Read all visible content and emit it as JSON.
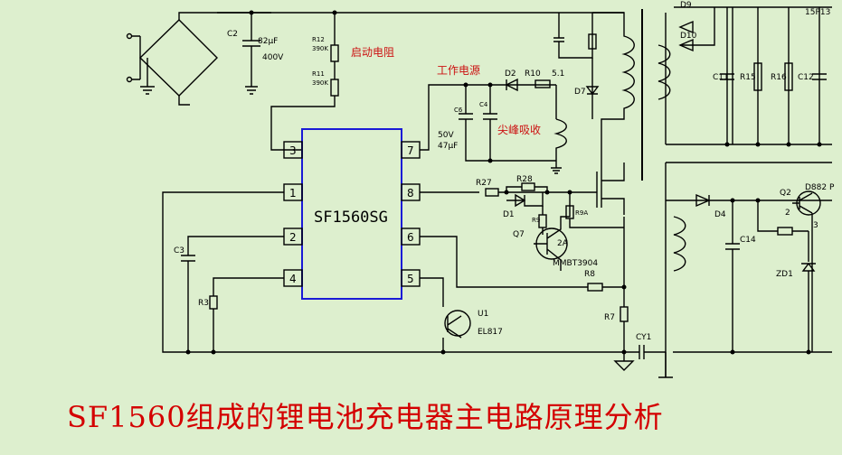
{
  "title": "SF1560组成的锂电池充电器主电路原理分析",
  "chip": {
    "name": "SF1560SG",
    "pins": [
      "1",
      "2",
      "3",
      "4",
      "5",
      "6",
      "7",
      "8"
    ]
  },
  "annotations": {
    "startup_resistor": "启动电阻",
    "work_supply": "工作电源",
    "peak_absorb": "尖峰吸收"
  },
  "components": {
    "C2": "C2",
    "C2_value1": "82μF",
    "C2_value2": "400V",
    "R12": "R12",
    "R12_value": "390K",
    "R11": "R11",
    "R11_value": "390K",
    "D2": "D2",
    "R10": "R10",
    "R10_value": "5.1",
    "D7": "D7",
    "C6": "C6",
    "C4": "C4",
    "C6_value1": "50V",
    "C6_value2": "47μF",
    "R27": "R27",
    "R28": "R28",
    "D1": "D1",
    "R9": "R9",
    "R9A": "R9A",
    "Q7": "Q7",
    "Q7_pin": "2A",
    "Q7_model": "MMBT3904",
    "R8": "R8",
    "R7": "R7",
    "CY1": "CY1",
    "U1": "U1",
    "U1_model": "EL817",
    "C3": "C3",
    "R3": "R3",
    "D9": "D9",
    "D10": "D10",
    "top_right_label": "15P13",
    "C11": "C11",
    "R15": "R15",
    "R16": "R16",
    "C12": "C12",
    "D4": "D4",
    "C14": "C14",
    "Q2": "Q2",
    "Q2_model": "D882 P",
    "Q2_pin2": "2",
    "Q2_pin3": "3",
    "ZD1": "ZD1"
  }
}
